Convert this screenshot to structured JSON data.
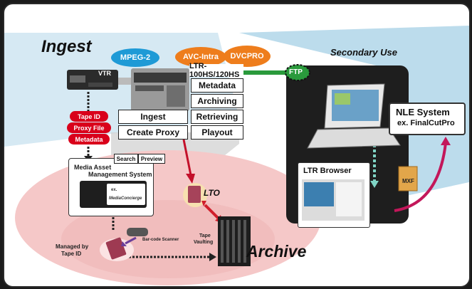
{
  "titles": {
    "ingest": "Ingest",
    "secondary_use": "Secondary Use",
    "archive": "Archive"
  },
  "codecs": {
    "mpeg2": "MPEG-2",
    "avc_intra": "AVC-Intra",
    "dvcpro": "DVCPRO"
  },
  "deck": {
    "model": "LTR-100HS/120HS",
    "functions": [
      "Metadata",
      "Archiving",
      "Ingest",
      "Retrieving",
      "Create Proxy",
      "Playout"
    ]
  },
  "vtr_label": "VTR",
  "ftp_label": "FTP",
  "tape_tags": [
    "Tape ID",
    "Proxy File",
    "Metadata"
  ],
  "mam": {
    "search": "Search",
    "preview": "Preview",
    "title_line1": "Media Asset",
    "title_line2": "Management System",
    "example_prefix": "ex.",
    "example_name": "MediaConcierge"
  },
  "lto_label": "LTO",
  "barcode_label": "Bar-code Scanner",
  "managed_line1": "Managed by",
  "managed_line2": "Tape ID",
  "vaulting_line1": "Tape",
  "vaulting_line2": "Vaulting",
  "nle": {
    "line1": "NLE System",
    "line2": "ex. FinalCutPro"
  },
  "ltr_browser": "LTR Browser",
  "mxf_label": "MXF",
  "colors": {
    "mpeg2": "#1e9ad6",
    "avc_dvc": "#ee7d1c",
    "ftp": "#2a9a3c",
    "red_tag": "#d9001b",
    "archive_pink": "#f3c3c3",
    "dark_panel": "#1e1e1e",
    "magenta_arrow": "#c3175a",
    "purple_arrow": "#6b3f9a",
    "sky_ray": "#b9d9ec"
  }
}
